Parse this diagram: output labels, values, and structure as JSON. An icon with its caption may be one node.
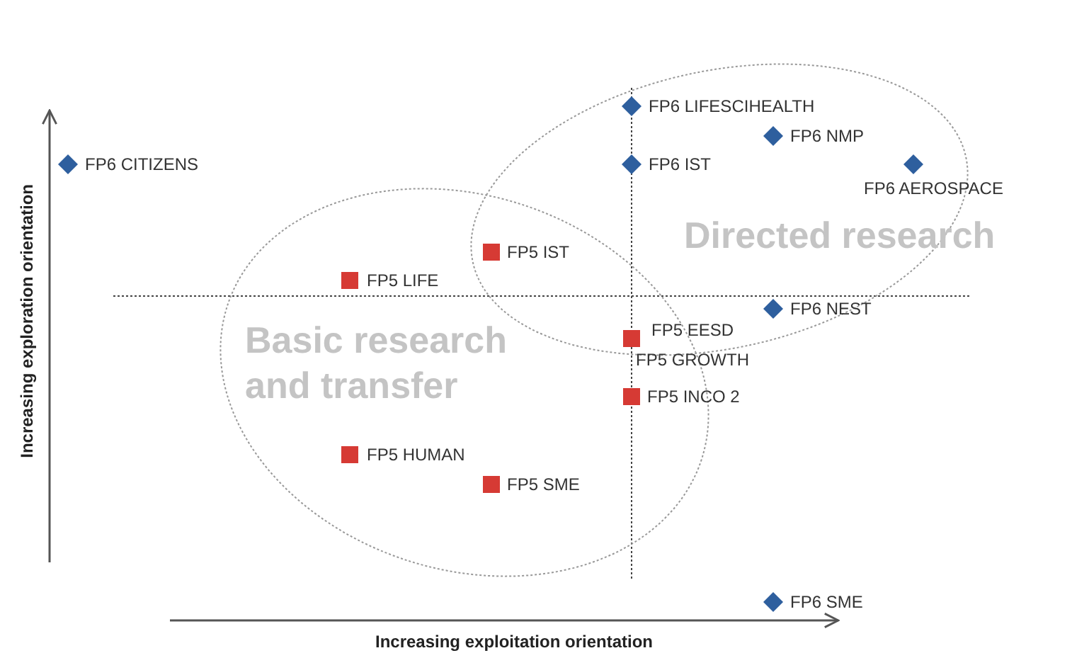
{
  "diagram": {
    "nodes": [
      {
        "text": [
          "Directed research"
        ]
      },
      {
        "text": [
          "Basic research and transfer"
        ]
      }
    ],
    "labels": [
      "FP6 LIFESCIHEALTH",
      "FP6 NMP",
      "FP6 CITIZENS",
      "FP6 IST",
      "FP6 AEROSPACE",
      "FP5 IST",
      "FP5 LIFE",
      "FP6 NEST",
      "FP5 EESD",
      "FP5 GROWTH",
      "FP5 INCO 2",
      "FP5 HUMAN",
      "FP5 SME",
      "FP6 SME",
      "Increasing exploration orientation",
      "Increasing exploitation orientation"
    ]
  }
}
